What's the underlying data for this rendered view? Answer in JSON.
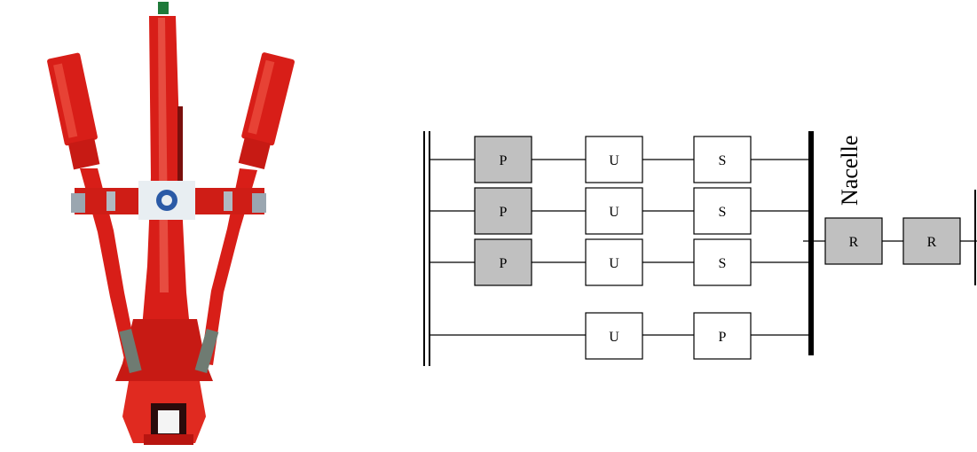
{
  "photo": {
    "subject": "red-parallel-robot-arm"
  },
  "diagram": {
    "branch_labels": [
      [
        "P",
        "U",
        "S"
      ],
      [
        "P",
        "U",
        "S"
      ],
      [
        "P",
        "U",
        "S"
      ],
      [
        "U",
        "P"
      ]
    ],
    "nacelle_label": "Nacelle",
    "rotation_labels": [
      "R",
      "R"
    ],
    "colors": {
      "actuated_fill": "#c0c0c0",
      "passive_fill": "#ffffff",
      "stroke": "#000000",
      "robot_red": "#e3261d"
    }
  }
}
